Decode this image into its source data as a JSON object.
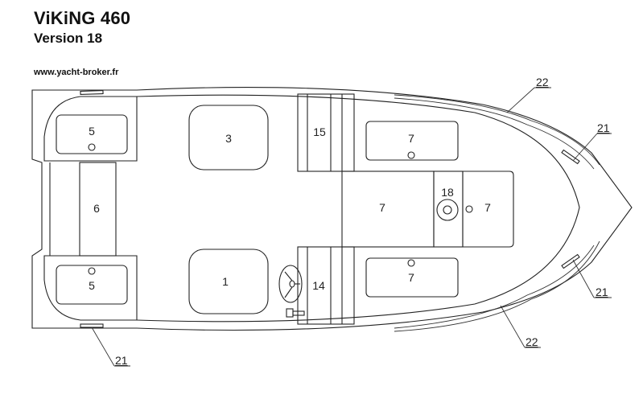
{
  "header": {
    "title": "ViKiNG 460",
    "subtitle": "Version 18",
    "website": "www.yacht-broker.fr"
  },
  "diagram": {
    "type": "boat deck plan (top view)",
    "components": [
      {
        "id": "seat-5-top",
        "label": "5"
      },
      {
        "id": "seat-5-bottom",
        "label": "5"
      },
      {
        "id": "bench-6",
        "label": "6"
      },
      {
        "id": "seat-3",
        "label": "3"
      },
      {
        "id": "seat-1",
        "label": "1"
      },
      {
        "id": "console-15",
        "label": "15"
      },
      {
        "id": "console-14",
        "label": "14"
      },
      {
        "id": "locker-7-top",
        "label": "7"
      },
      {
        "id": "locker-7-center",
        "label": "7"
      },
      {
        "id": "locker-7-bow",
        "label": "7"
      },
      {
        "id": "locker-7-bottom",
        "label": "7"
      },
      {
        "id": "hatch-18",
        "label": "18"
      }
    ],
    "callouts": [
      {
        "id": "callout-22-top",
        "label": "22"
      },
      {
        "id": "callout-21-bow-top",
        "label": "21"
      },
      {
        "id": "callout-21-bow-bottom",
        "label": "21"
      },
      {
        "id": "callout-22-bottom",
        "label": "22"
      },
      {
        "id": "callout-21-stern",
        "label": "21"
      }
    ]
  }
}
